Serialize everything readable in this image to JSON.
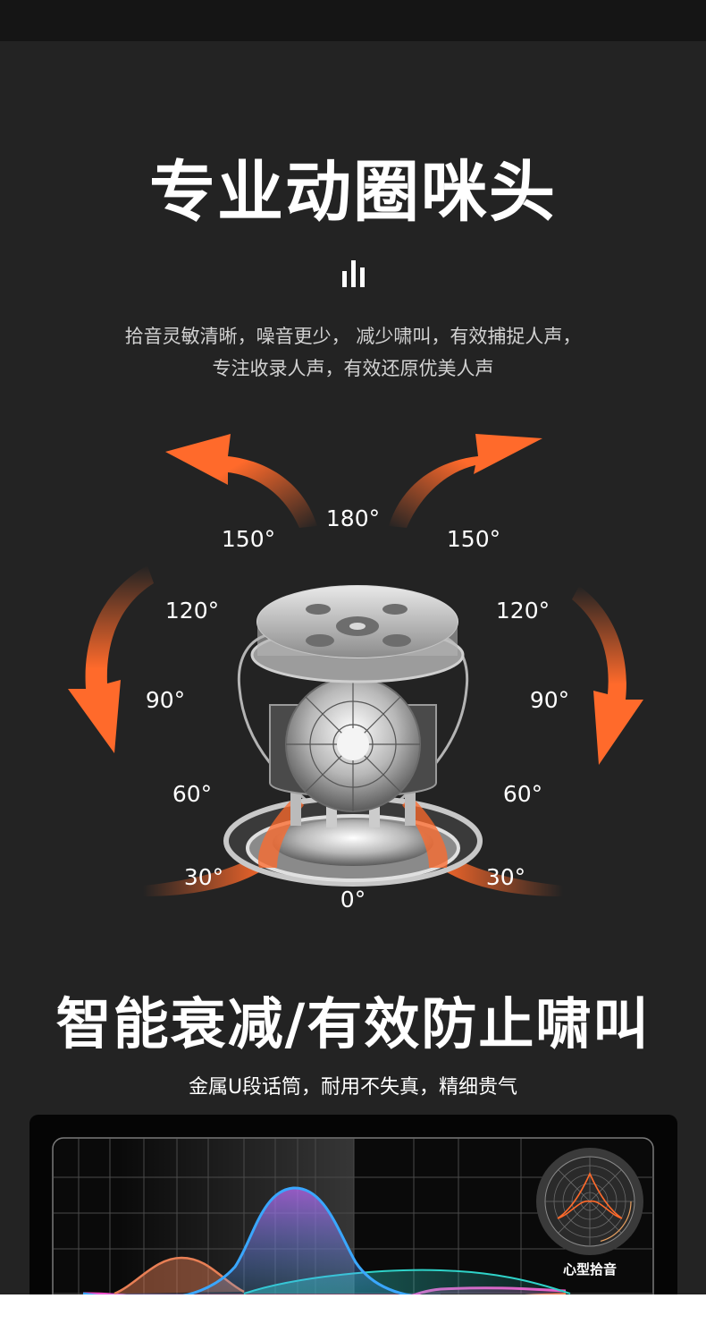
{
  "section1": {
    "title": "专业动圈咪头",
    "bars_icon": "sound-bars-icon",
    "description_lines": [
      "拾音灵敏清晰，噪音更少， 减少啸叫，有效捕捉人声，",
      "专注收录人声，有效还原优美人声"
    ]
  },
  "diagram": {
    "arrow_color": "#ff6a2b",
    "angles": {
      "top": "180°",
      "upper_left": "150°",
      "upper_right": "150°",
      "left_120": "120°",
      "right_120": "120°",
      "left_90": "90°",
      "right_90": "90°",
      "left_60": "60°",
      "right_60": "60°",
      "left_30": "30°",
      "right_30": "30°",
      "bottom": "0°"
    },
    "illustration": "dynamic-mic-capsule-exploded-view"
  },
  "section2": {
    "title": "智能衰减/有效防止啸叫",
    "subtitle": "金属U段话筒，耐用不失真，精细贵气"
  },
  "chart_card": {
    "polar_label": "心型拾音",
    "curve_colors": [
      "#3aa7ff",
      "#e87f55",
      "#ff4fc8",
      "#2fd3c9"
    ]
  }
}
